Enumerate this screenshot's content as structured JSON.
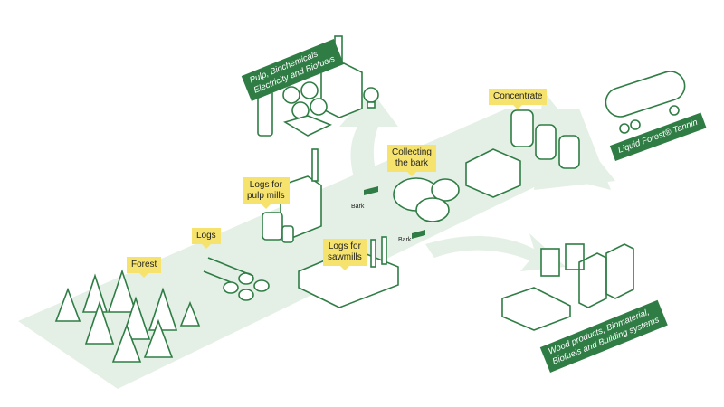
{
  "colors": {
    "accent": "#2f7d45",
    "label_bg": "#f6e36e",
    "flow": "#e4f0e6"
  },
  "labels": {
    "forest": "Forest",
    "logs": "Logs",
    "logs_pulp": "Logs for\npulp mills",
    "logs_saw": "Logs for\nsawmills",
    "collecting": "Collecting\nthe bark",
    "concentrate": "Concentrate",
    "bark1": "Bark",
    "bark2": "Bark"
  },
  "outputs": {
    "pulp": "Pulp, Biochemicals,\nElectricity and Biofuels",
    "tannin": "Liquid Forest® Tannin",
    "wood": "Wood products, Biomaterial,\nBiofuels and Building systems"
  },
  "icons": [
    "tree-icon",
    "log-pile-icon",
    "pulp-mill-icon",
    "sawmill-icon",
    "bark-pile-icon",
    "tank-icon",
    "tanker-truck-icon",
    "factory-icon",
    "lightbulb-icon",
    "building-frame-icon"
  ]
}
